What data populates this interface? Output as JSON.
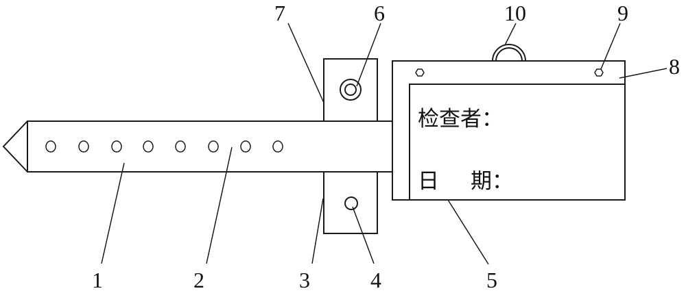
{
  "card": {
    "line1": "检查者：",
    "line2_a": "日",
    "line2_b": "期："
  },
  "labels": {
    "l1": "1",
    "l2": "2",
    "l3": "3",
    "l4": "4",
    "l5": "5",
    "l6": "6",
    "l7": "7",
    "l8": "8",
    "l9": "9",
    "l10": "10"
  },
  "colors": {
    "line": "#1a1a1a",
    "background": "#ffffff"
  }
}
